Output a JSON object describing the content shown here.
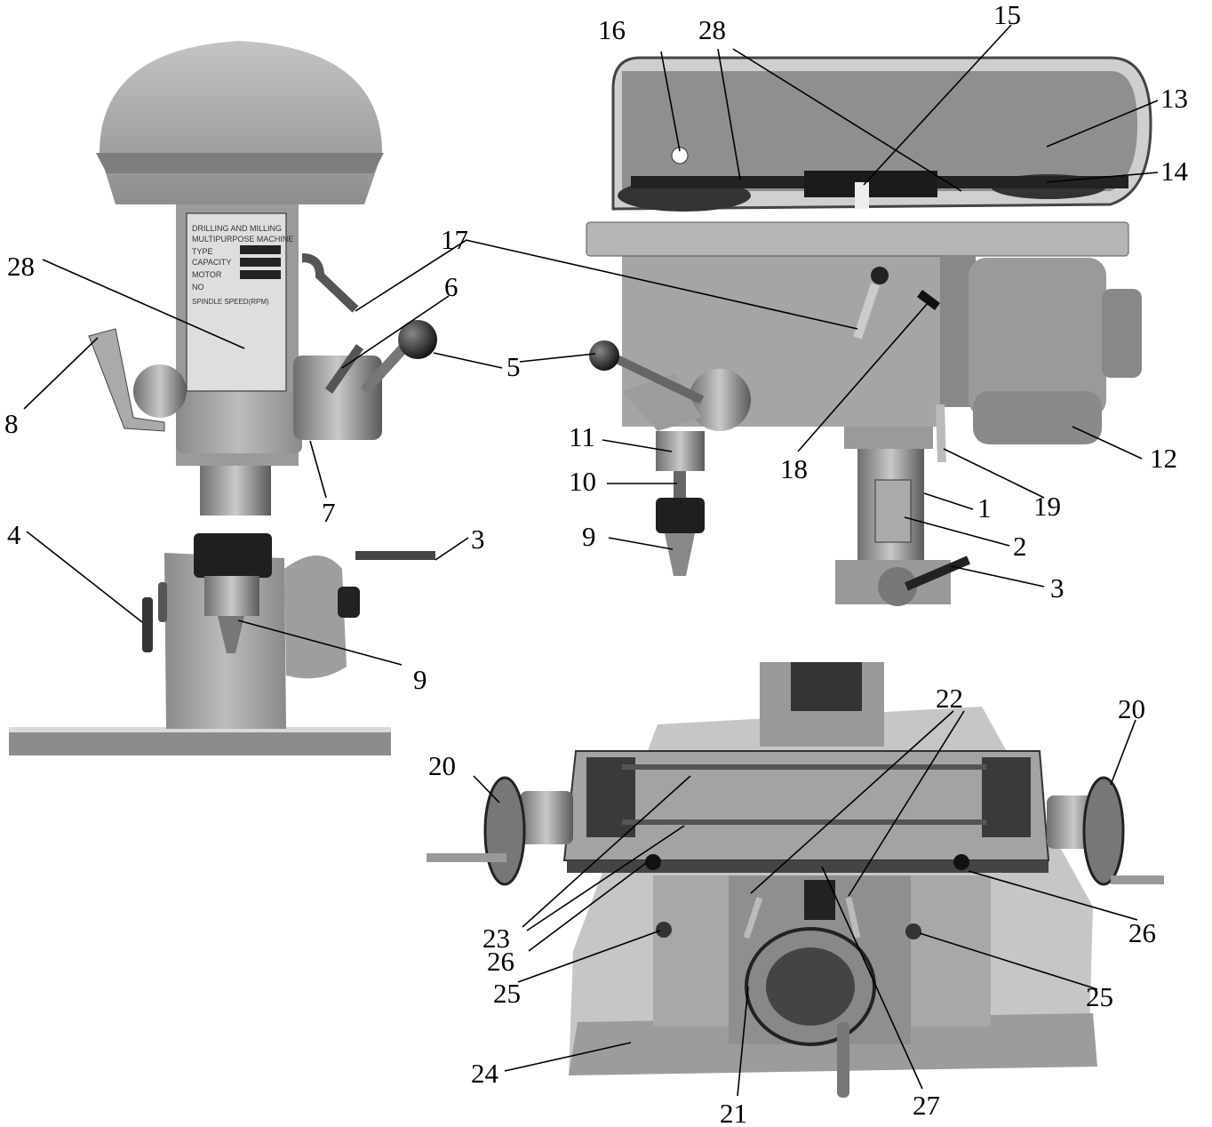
{
  "callouts": {
    "front": [
      {
        "id": "c-f28",
        "text": "28"
      },
      {
        "id": "c-f17",
        "text": "17"
      },
      {
        "id": "c-f6",
        "text": "6"
      },
      {
        "id": "c-f5",
        "text": "5"
      },
      {
        "id": "c-f8",
        "text": "8"
      },
      {
        "id": "c-f7",
        "text": "7"
      },
      {
        "id": "c-f4",
        "text": "4"
      },
      {
        "id": "c-f3",
        "text": "3"
      },
      {
        "id": "c-f9",
        "text": "9"
      }
    ],
    "side": [
      {
        "id": "c-s16",
        "text": "16"
      },
      {
        "id": "c-s28",
        "text": "28"
      },
      {
        "id": "c-s15",
        "text": "15"
      },
      {
        "id": "c-s13",
        "text": "13"
      },
      {
        "id": "c-s14",
        "text": "14"
      },
      {
        "id": "c-s18",
        "text": "18"
      },
      {
        "id": "c-s11",
        "text": "11"
      },
      {
        "id": "c-s10",
        "text": "10"
      },
      {
        "id": "c-s9",
        "text": "9"
      },
      {
        "id": "c-s12",
        "text": "12"
      },
      {
        "id": "c-s19",
        "text": "19"
      },
      {
        "id": "c-s1",
        "text": "1"
      },
      {
        "id": "c-s2",
        "text": "2"
      },
      {
        "id": "c-s3",
        "text": "3"
      }
    ],
    "table": [
      {
        "id": "c-t22",
        "text": "22"
      },
      {
        "id": "c-t20a",
        "text": "20"
      },
      {
        "id": "c-t20b",
        "text": "20"
      },
      {
        "id": "c-t23",
        "text": "23"
      },
      {
        "id": "c-t26a",
        "text": "26"
      },
      {
        "id": "c-t26b",
        "text": "26"
      },
      {
        "id": "c-t25a",
        "text": "25"
      },
      {
        "id": "c-t25b",
        "text": "25"
      },
      {
        "id": "c-t24",
        "text": "24"
      },
      {
        "id": "c-t21",
        "text": "21"
      },
      {
        "id": "c-t27",
        "text": "27"
      }
    ]
  },
  "nameplate": {
    "line1": "DRILLING AND MILLING",
    "line2": "MULTIPURPOSE MACHINE",
    "type": "TYPE",
    "capacity": "CAPACITY",
    "motor": "MOTOR",
    "no": "NO",
    "speed": "SPINDLE SPEED(RPM)"
  }
}
